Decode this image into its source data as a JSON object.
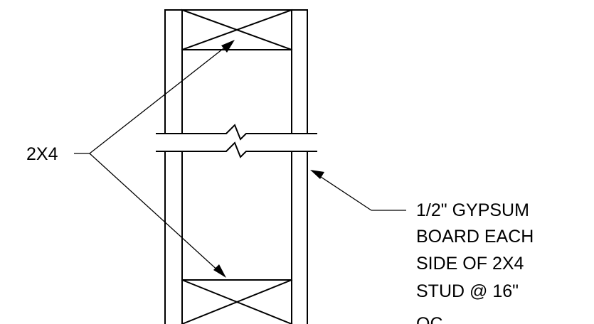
{
  "drawing": {
    "stud_label": "2X4",
    "note_lines": [
      "1/2\" GYPSUM",
      "BOARD EACH",
      "SIDE OF 2X4",
      "STUD @ 16\"",
      "OC"
    ],
    "line_color": "#000000",
    "background_color": "#ffffff"
  }
}
